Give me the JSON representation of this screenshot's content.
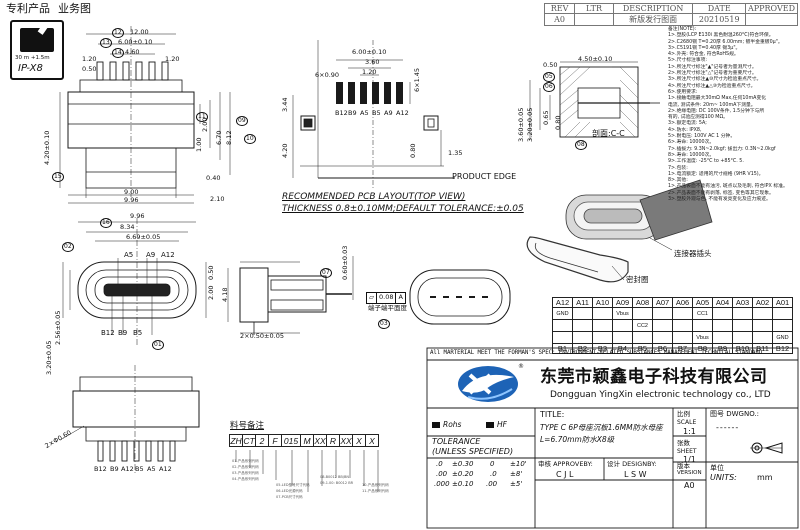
{
  "header": {
    "patent_label": "专利产品",
    "business_label": "业务图",
    "waterproof_badge": {
      "top_text": "30 m +1.5m",
      "rating": "IP-X8"
    }
  },
  "revision_table": {
    "headers": [
      "REV",
      "LTR",
      "DESCRIPTION",
      "DATE",
      "APPROVED"
    ],
    "rows": [
      [
        "A0",
        "",
        "新版发行图面",
        "20210519",
        ""
      ]
    ]
  },
  "top_view": {
    "dims": [
      "12.00",
      "6.00±0.10",
      "4.60",
      "1.20",
      "0.50",
      "1.20",
      "4.20±0.10",
      "6.70",
      "8.12",
      "2.00",
      "1.00",
      "0.40",
      "9.00",
      "9.96",
      "2.10"
    ],
    "balloons": [
      "12",
      "13",
      "14",
      "11",
      "10",
      "09",
      "15",
      "16"
    ]
  },
  "pcb_view": {
    "dims": [
      "6.00±0.10",
      "3.60",
      "1.20",
      "6×0.90",
      "6×1.45",
      "3.44",
      "4.20",
      "0.80",
      "1.35"
    ],
    "pin_labels": [
      "B12",
      "B9",
      "A5",
      "B5",
      "A9",
      "A12"
    ],
    "product_edge": "PRODUCT EDGE",
    "caption_line1": "RECOMMENDED PCB LAYOUT(TOP VIEW)",
    "caption_line2": "THICKNESS 0.8±0.10MM;DEFAULT TOLERANCE:±0.05"
  },
  "section_view": {
    "dims": [
      "4.50±0.10",
      "0.50",
      "3.60±0.05",
      "3.20±0.05",
      "0.65",
      "0.80"
    ],
    "balloons": [
      "05",
      "06",
      "08"
    ],
    "label": "剖面:C-C"
  },
  "notes": [
    "备注(NOTE):",
    "1>.塑胶(LCP E130i 黑色耐温260°C)符合环保。",
    "2>.C2680铜 T=0.20厚 6.00mm; 镀半金重镀0μ\"。",
    "3>.C5191铜 T=0.40厚 锡3μ\"。",
    "4>.外壳: 符合金, 符合RoHS规。",
    "5>.尺寸标注事项:",
    "  1>.所注尺寸标注\"▲\"记号者为量测尺寸。",
    "  2>.所注尺寸标注\"△\"记号者为重要尺寸。",
    "  3>.所注尺寸标注▲⑩尺寸为检验重点尺寸。",
    "  4>.所注尺寸标注▲△⑩为检验重点尺寸。",
    "6>.使用要求:",
    "  1>.接触电阻最大30mΩ Max,任何10mA变化",
    "    电流, 测试条件: 20m~ 100mA下测量。",
    "  2>.绝缘电阻: DC 100V条件, 1.5分钟下与所",
    "    有的, 试验应测得100 MΩ。",
    "  3>.额定电流: 5A;",
    "  4>.防水: IPX8,",
    "  5>.耐电压: 100V AC 1 分钟。",
    "  6>.寿命: 10000次。",
    "  7>.插拔力: 9.3N~2.0kgf; 拔出力: 0.3N~2.0kgf",
    "  8>.寿命: 10000次。",
    "  9>.工作温度: -25°C to +85°C. 5.",
    "7>.包装:",
    "  1>.电流额定: 适用的尺寸规格 (9HR V15)。",
    "8>.其他:",
    "  1>.产品表面不能有油污, 斑点以及毛刺, 符合IPX 标准。",
    "  2>.产品表面不能有剥落, 标签, 变色等其它现象。",
    "  3>.塑胶外观与色, 不能有发亮变化及应力痕迹。"
  ],
  "render_labels": {
    "connector_head": "连接器插头",
    "seal_ring": "密封圈"
  },
  "front_view": {
    "dims": [
      "9.96",
      "8.34",
      "6.69±0.05",
      "2.56±0.05",
      "3.20±0.05",
      "2.00"
    ],
    "pin_labels_top": [
      "A5",
      "A9",
      "A12"
    ],
    "pin_labels_bottom": [
      "B12",
      "B9",
      "B5"
    ],
    "balloons": [
      "02",
      "01"
    ]
  },
  "side_view": {
    "dims": [
      "0.50",
      "4.18",
      "2×0.50±0.05",
      "0.60±0.03"
    ],
    "balloons": [
      "07"
    ]
  },
  "plug_view": {
    "flatness": "0.08",
    "flatness_ref": "A",
    "flatness_note": "端子端平面度",
    "balloons": [
      "03"
    ]
  },
  "pin_table": {
    "row_a": [
      "A12",
      "A11",
      "A10",
      "A09",
      "A08",
      "A07",
      "A06",
      "A05",
      "A04",
      "A03",
      "A02",
      "A01"
    ],
    "row_a_signals": [
      "GND",
      "",
      "",
      "Vbus",
      "",
      "",
      "",
      "CC1",
      "",
      "",
      "",
      ""
    ],
    "row_mid": [
      "",
      "",
      "",
      "",
      "CC2",
      "",
      "",
      "",
      "",
      "",
      "",
      ""
    ],
    "row_b_signals": [
      "",
      "",
      "",
      "",
      "",
      "",
      "",
      "Vbus",
      "",
      "",
      "",
      "GND"
    ],
    "row_b": [
      "B1",
      "B2",
      "B3",
      "B4",
      "B5",
      "B6",
      "B7",
      "B8",
      "B9",
      "B10",
      "B11",
      "B12"
    ]
  },
  "bottom_view": {
    "dims": [
      "2×Φ0.60"
    ],
    "pin_labels": [
      "B12",
      "B9",
      "A12",
      "B5",
      "A5",
      "A12"
    ]
  },
  "material_banner": "All MARTERIAL MEET THE FORMAN'S SPEC: ENVIRONMENT-RELATED SUBSTANCES MANAGEMENT TECHNICAL STANDARD",
  "company": {
    "name_cn": "东莞市颖鑫电子科技有限公司",
    "name_en": "Dongguan YingXin electronic technology co., LTD"
  },
  "part_code": {
    "title": "料号备注",
    "cells": [
      "ZH",
      "CT",
      "2",
      "F",
      "015",
      "M",
      "XX",
      "R",
      "XX",
      "X",
      "X"
    ],
    "annotations": [
      "01-产品系列代码",
      "02-产品系列代码",
      "03-产品系列代码",
      "04-产品系列代码",
      "05-LED型号尺寸代码",
      "06-LED光源代码",
      "07-PCB尺寸代码",
      "08-B0012 BB/BN",
      "09-1.00: B0012 BR",
      "10-产品系列代码",
      "11-产品系列代码"
    ]
  },
  "title_block": {
    "rohs": "Rohs",
    "hf": "HF",
    "title_label": "TITLE:",
    "title_line1": "TYPE C 6P母座沉板1.6MM防水母座",
    "title_line2": "L=6.70mm防水X8级",
    "tolerance_title": "TOLERANCE",
    "tolerance_subtitle": "(UNLESS SPECIFIED)",
    "tolerances": [
      [
        ".0",
        "±0.30",
        "0",
        "±10'"
      ],
      [
        ".00",
        "±0.20",
        ".0",
        "±8'"
      ],
      [
        ".000",
        "±0.10",
        ".00",
        "±5'"
      ]
    ],
    "approved_by_label": "审核 APPROVEBY:",
    "approved_by": "C J L",
    "designed_by_label": "设计 DESIGNBY:",
    "designed_by": "L S W",
    "scale_label_cn": "比例",
    "scale_label": "SCALE",
    "scale": "1:1",
    "sheet_label_cn": "张数",
    "sheet_label": "SHEET",
    "sheet": "1/1",
    "version_label_cn": "版本",
    "version_label": "VERSION",
    "version": "A0",
    "dwg_label": "图号 DWGNO.:",
    "dwg_no": "------",
    "units_label_cn": "单位",
    "units_label": "UNITS:",
    "units": "mm"
  }
}
